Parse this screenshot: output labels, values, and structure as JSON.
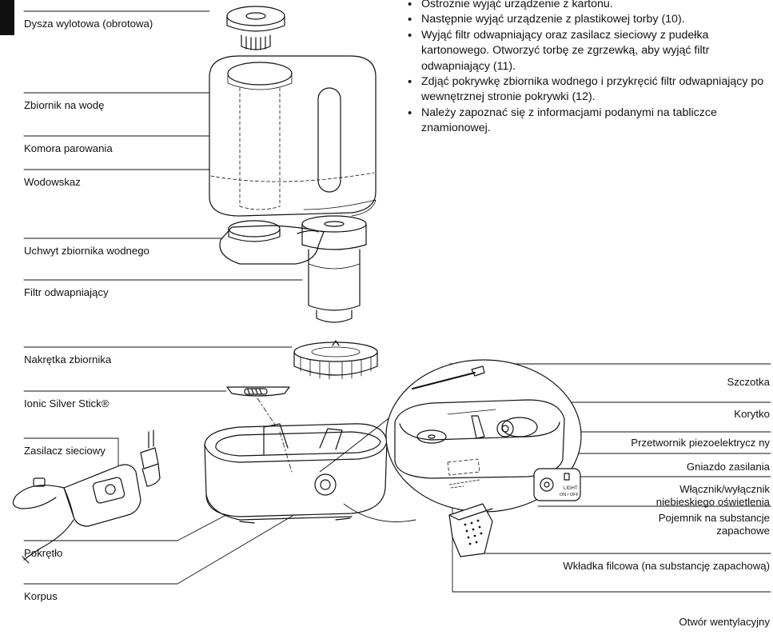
{
  "instructions": [
    "Ostrożnie wyjąć urządzenie z kartonu.",
    "Następnie wyjąć urządzenie z plastikowej torby (10).",
    "Wyjąć filtr odwapniający oraz zasilacz sieciowy z pudełka kartonowego. Otworzyć torbę ze zgrzewką, aby wyjąć filtr odwapniający (11).",
    "Zdjąć pokrywkę zbiornika wodnego i przykręcić filtr odwapniający po wewnętrznej stronie pokrywki (12).",
    "Należy zapoznać się z informacjami podanymi na tabliczce znamionowej."
  ],
  "left_labels": {
    "dysza": "Dysza wylotowa (obrotowa)",
    "zbiornik": "Zbiornik na wodę",
    "komora": "Komora parowania",
    "wodowskaz": "Wodowskaz",
    "uchwyt": "Uchwyt zbiornika wodnego",
    "filtr": "Filtr odwapniający",
    "nakretka": "Nakrętka zbiornika",
    "ionic": "Ionic Silver Stick®",
    "zasilacz": "Zasilacz sieciowy",
    "pokretlo": "Pokrętło",
    "korpus": "Korpus"
  },
  "right_labels": {
    "szczotka": "Szczotka",
    "korytko": "Korytko",
    "przetwornik": "Przetwornik piezoelektrycz ny",
    "gniazdo": "Gniazdo zasilania",
    "wlacznik_1": "Włącznik/wyłącznik",
    "wlacznik_2": "niebieskiego oświetlenia",
    "pojemnik_1": "Pojemnik na substancje",
    "pojemnik_2": "zapachowe",
    "wkladka": "Wkładka filcowa (na substancję zapachową)",
    "otwor": "Otwór wentylacyjny"
  },
  "switch_text": {
    "light": "LIGHT",
    "onoff": "ON / OFF"
  }
}
